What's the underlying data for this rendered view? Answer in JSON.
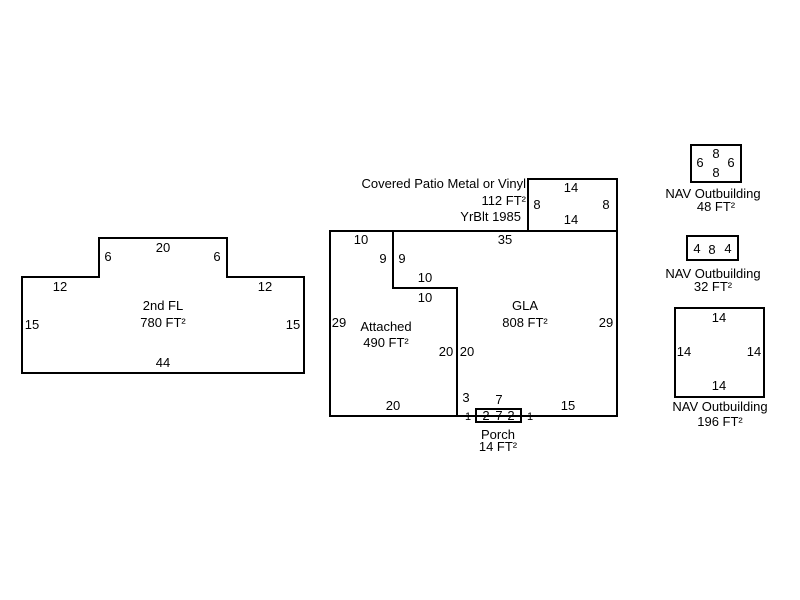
{
  "second_floor": {
    "name": "2nd FL",
    "area": "780 FT²",
    "dims": {
      "top": "20",
      "left_step": "6",
      "right_step": "6",
      "left_shoulder": "12",
      "right_shoulder": "12",
      "left": "15",
      "right": "15",
      "bottom": "44"
    }
  },
  "attached": {
    "name": "Attached",
    "area": "490 FT²",
    "dims": {
      "top": "10",
      "inner_v": "9",
      "left": "29",
      "right": "20",
      "bottom": "20"
    }
  },
  "gla": {
    "name": "GLA",
    "area": "808 FT²",
    "dims": {
      "top": "35",
      "inner_v": "9",
      "step_top": "10",
      "step_bottom": "10",
      "left": "20",
      "right": "29",
      "bottom_left": "3",
      "bottom_right": "15",
      "porch_left": "1",
      "porch_right": "1"
    }
  },
  "patio": {
    "name": "Covered Patio Metal or Vinyl",
    "area": "112 FT²",
    "year": "YrBlt 1985",
    "dims": {
      "top": "14",
      "bottom": "14",
      "left": "8",
      "right": "8"
    }
  },
  "porch": {
    "name": "Porch",
    "area": "14 FT²",
    "dims": {
      "top": "7",
      "left": "2",
      "middle": "7",
      "right": "2"
    }
  },
  "outbuildings": [
    {
      "name": "NAV Outbuilding",
      "area": "48 FT²",
      "dims": {
        "top": "8",
        "bottom": "8",
        "left": "6",
        "right": "6"
      }
    },
    {
      "name": "NAV Outbuilding",
      "area": "32 FT²",
      "dims": {
        "left": "4",
        "middle": "8",
        "right": "4"
      }
    },
    {
      "name": "NAV Outbuilding",
      "area": "196 FT²",
      "dims": {
        "top": "14",
        "bottom": "14",
        "left": "14",
        "right": "14"
      }
    }
  ]
}
